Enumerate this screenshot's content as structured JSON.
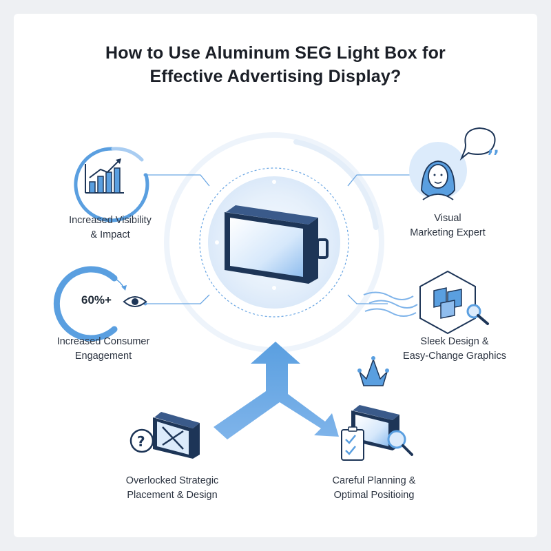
{
  "title": {
    "line1": "How to Use Aluminum SEG Light Box for",
    "line2": "Effective Advertising Display?"
  },
  "nodes": {
    "visibility": {
      "line1": "Increased Visibility",
      "line2": "& Impact",
      "icon": "bar-chart-growth-icon"
    },
    "engagement": {
      "line1": "Increased Consumer",
      "line2": "Engagement",
      "stat": "60%+",
      "icon": "eye-icon"
    },
    "expert": {
      "line1": "Visual",
      "line2": "Marketing Expert",
      "icon": "person-speech-bubble-icon"
    },
    "design": {
      "line1": "Sleek Design &",
      "line2": "Easy-Change Graphics",
      "icon": "hexagon-panels-search-icon"
    },
    "overlooked": {
      "line1": "Overlocked Strategic",
      "line2": "Placement & Design",
      "icon": "question-cross-panel-icon"
    },
    "planning": {
      "line1": "Careful Planning &",
      "line2": "Optimal Positioing",
      "icon": "checklist-magnifier-icon"
    }
  },
  "center": {
    "icon": "seg-light-box-icon"
  },
  "colors": {
    "accent": "#5a9fe0",
    "accent_light": "#a9cdf2",
    "navy": "#1d3557",
    "glow": "#dcebfb"
  }
}
